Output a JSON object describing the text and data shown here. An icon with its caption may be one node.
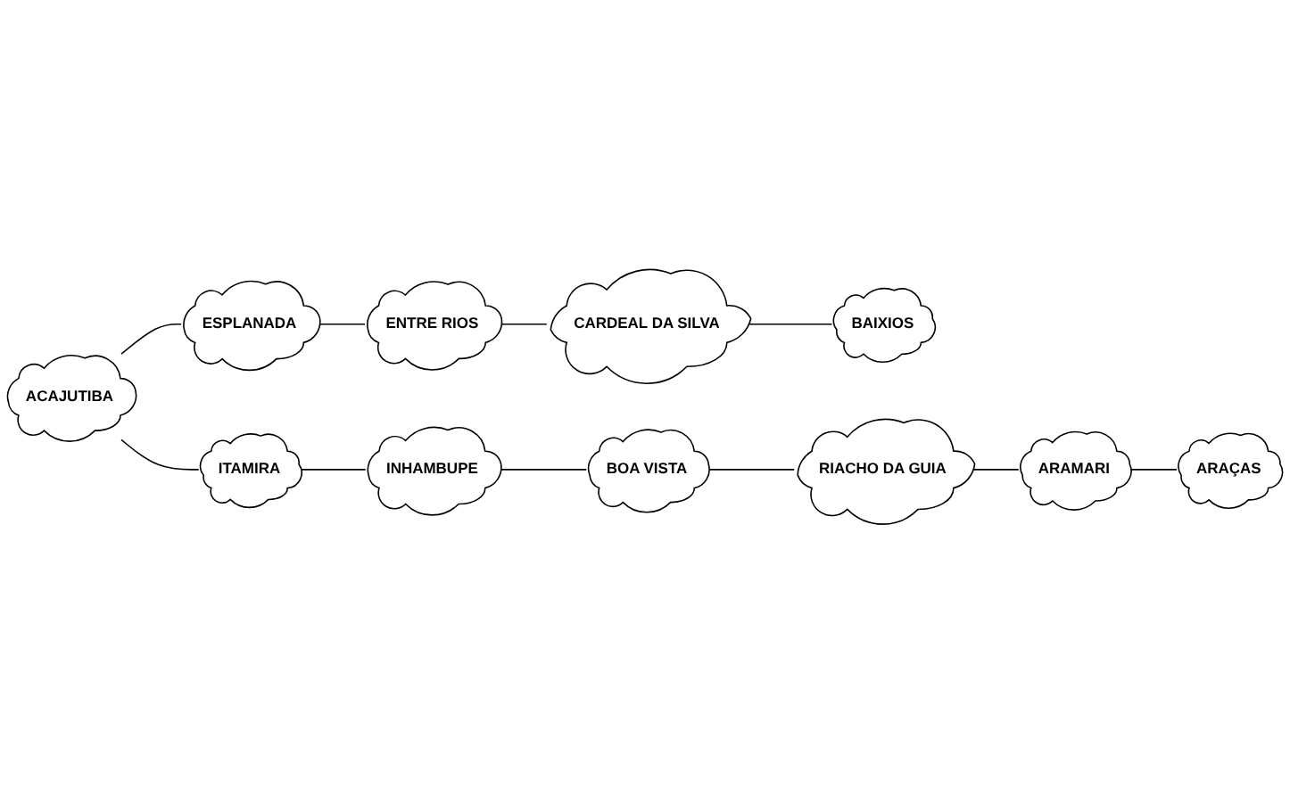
{
  "diagram": {
    "nodes": [
      {
        "text": [
          "ENTRE RIOS"
        ]
      },
      {
        "text": [
          "CARDEAL DA SILVA"
        ]
      },
      {
        "text": [
          "ESPLANADA"
        ]
      },
      {
        "text": [
          "ACAJUTIBA"
        ]
      },
      {
        "text": [
          "BAIXIOS"
        ]
      },
      {
        "text": [
          "ITAMIRA"
        ]
      },
      {
        "text": [
          "INHAMBUPE"
        ]
      },
      {
        "text": [
          "ARAÇAS"
        ]
      },
      {
        "text": [
          "BOA VISTA"
        ]
      },
      {
        "text": [
          "ARAMARI"
        ]
      },
      {
        "text": [
          "RIACHO DA GUIA"
        ]
      }
    ],
    "edges": [
      {
        "from": 3,
        "to": 2,
        "arrow": "none"
      },
      {
        "from": 2,
        "to": 0,
        "arrow": "none"
      },
      {
        "from": 0,
        "to": 1,
        "arrow": "none"
      },
      {
        "from": 1,
        "to": 4,
        "arrow": "none"
      },
      {
        "from": 3,
        "to": 5,
        "arrow": "none"
      },
      {
        "from": 5,
        "to": 6,
        "arrow": "none"
      },
      {
        "from": 6,
        "to": 8,
        "arrow": "none"
      },
      {
        "from": 8,
        "to": 10,
        "arrow": "none"
      },
      {
        "from": 10,
        "to": 9,
        "arrow": "none"
      },
      {
        "from": 9,
        "to": 7,
        "arrow": "none"
      }
    ]
  }
}
